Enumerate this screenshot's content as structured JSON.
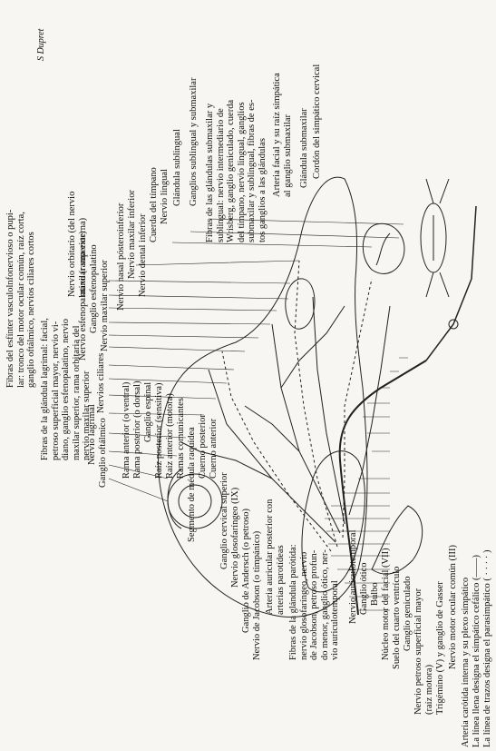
{
  "legend": {
    "line1": "La línea llena designa el simpático cefálico (——)",
    "line2": "La línea de trazos designa el parasimpático ( · · · · )"
  },
  "signature": "S Dupret",
  "top_labels": {
    "fibras_esfinter": "Fibras del esfínter vasculolnfonervioso o pupi-\nlar: tronco del motor ocular común, raíz corta,\nganglio oftálmico, nervios ciliares cortos",
    "ganglio_oftalmico": "Ganglio oftálmico",
    "nervio_lagrimal": "Nervio lagrimal",
    "fibras_lagrimal": "Fibras de la glándula lagrimal: facial,\npetroso superficial mayor, nervio vi-\ndiano, ganglio esfenopalatino, nervio\nmaxilar superior, rama orbitaria del\nnervio maxilar superior",
    "nervios_ciliares": "Nervios ciliares",
    "nervio_orbitario": "Nervio orbitario (del nervio\nmaxilar superior)",
    "nervio_maxilar_superior": "Nervio maxilar superior",
    "ganglio_esfenopalatino": "Ganglio esfenopalatino",
    "nervio_esfenopalatino": "Nervio esfenopalatino (rama externa)",
    "nervio_nasal": "Nervio nasal pósteroinferior",
    "nervio_maxilar_inferior": "Nervio maxilar inferior",
    "nervio_dental": "Nervio dental inferior",
    "cuerda_timpano": "Cuerda del tímpano",
    "nervio_lingual": "Nervio lingual",
    "glandula_sublingual": "Glándula sublingual",
    "ganglios_sublingual": "Ganglios sublingual y submaxilar",
    "fibras_submaxilar": "Fibras de las glándulas submaxilar y\nsublingual: nervio intermediario de\nWrisberg, ganglio geniculado, cuerda\ndel tímpano, nervio lingual, ganglios\nsubmaxilar y sublingual, fibras de es-\ntos ganglios a las glándulas",
    "arteria_facial": "Arteria facial y su raíz simpática\nal ganglio submaxilar",
    "glandula_submaxilar": "Glándula submaxilar",
    "cordon_simpatico": "Cordón del simpático cervical"
  },
  "bottom_labels": {
    "arteria_carotida": "Arteria carótida interna y su plexo simpático",
    "motor_ocular": "Nervio motor ocular común (III)",
    "trigemino": "Trigémino (V) y ganglio de Gasser",
    "petroso_mayor": "Nervio petroso superficial mayor\n(raíz motora)",
    "ganglio_geniculado": "Ganglio geniculado",
    "suelo_ventriculo": "Suelo del cuarto ventrículo",
    "nucleo_facial": "Núcleo motor del facial (VII)",
    "bulbo": "Bulbo",
    "ganglio_otico": "Ganglio ótico",
    "auriculotemporal": "Nervio auriculotemporal",
    "fibras_parotida": "Fibras de la glándula parótida:\nnervio glosofaríngeo, nervio\nde Jacobson, petroso profun-\ndo menor, ganglio ótico, ner-\nvio auriculotemporal",
    "arteria_auricular": "Arteria auricular posterior con\narterias parotídeas",
    "jacobson": "Nervio de Jacobson (o timpánico)",
    "andersch": "Ganglio de Andersch (o petroso)",
    "glosofaringeo": "Nervio glosofaríngeo (IX)",
    "cervical_superior": "Ganglio cervical superior",
    "cuerno_anterior": "Cuerno anterior",
    "cuerno_posterior": "Cuerno posterior",
    "segmento_medula": "Segmento de médula raquídea",
    "ramas_comunicantes": "Ramas comunicantes",
    "raiz_anterior": "Raíz anterior (motora)",
    "raiz_posterior": "Raíz posterior (sensitiva)",
    "ganglio_espinal": "Ganglio espinal",
    "rama_posterior": "Rama posterior (o dorsal)",
    "rama_anterior": "Rama anterior (o ventral)"
  }
}
